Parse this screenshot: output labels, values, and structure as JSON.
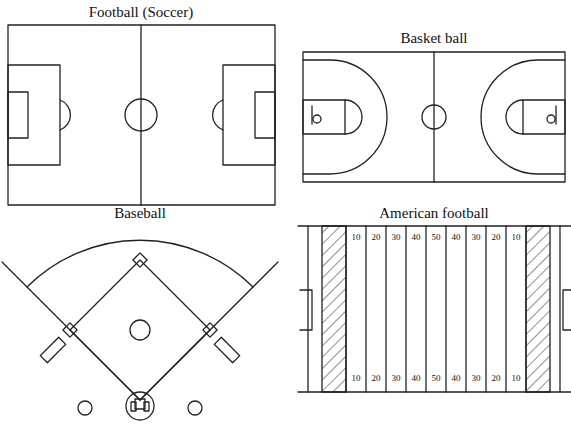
{
  "diagram": {
    "labels": [
      "Football (Soccer)",
      "Basket ball",
      "Baseball",
      "American football",
      "10",
      "20",
      "30",
      "40",
      "50",
      "40",
      "30",
      "20",
      "10",
      "10",
      "20",
      "30",
      "40",
      "50",
      "40",
      "30",
      "20",
      "10"
    ]
  }
}
